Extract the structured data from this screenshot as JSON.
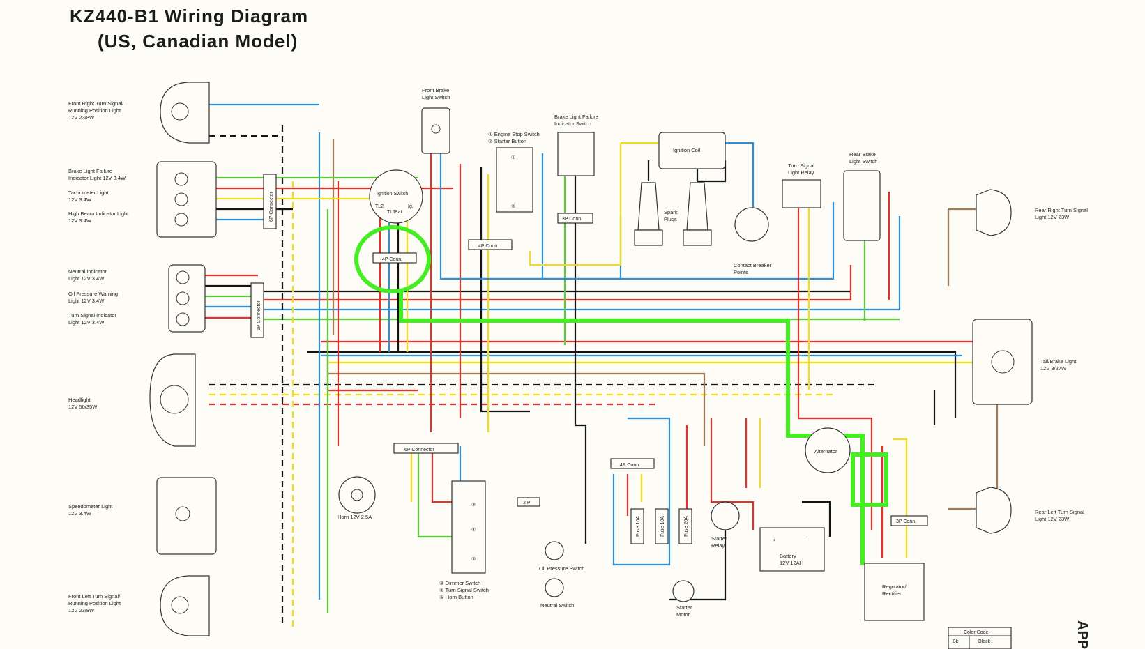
{
  "title": {
    "line1": "KZ440-B1  Wiring  Diagram",
    "line2": "(US,  Canadian  Model)"
  },
  "left_labels": {
    "front_right_turn": [
      "Front Right Turn Signal/",
      "Running Position Light",
      "12V 23/8W"
    ],
    "brake_failure_ind": [
      "Brake Light Failure",
      "Indicator Light 12V 3.4W"
    ],
    "tacho_light": [
      "Tachometer Light",
      "12V 3.4W"
    ],
    "high_beam_ind": [
      "High Beam Indicator Light",
      "12V 3.4W"
    ],
    "neutral_ind": [
      "Neutral Indicator",
      "Light 12V 3.4W"
    ],
    "oil_warn": [
      "Oil Pressure Warning",
      "Light 12V 3.4W"
    ],
    "turn_ind": [
      "Turn Signal Indicator",
      "Light 12V 3.4W"
    ],
    "headlight": [
      "Headlight",
      "12V 50/35W"
    ],
    "speedo_light": [
      "Speedometer Light",
      "12V 3.4W"
    ],
    "front_left_turn": [
      "Front Left Turn Signal/",
      "Running Position Light",
      "12V 23/8W"
    ]
  },
  "components": {
    "front_brake_switch": [
      "Front Brake",
      "Light Switch"
    ],
    "engine_stop": [
      "① Engine Stop Switch",
      "② Starter Button"
    ],
    "brake_failure_switch": [
      "Brake Light Failure",
      "Indicator Switch"
    ],
    "ignition_coil": "Ignition Coil",
    "spark_plugs": [
      "Spark",
      "Plugs"
    ],
    "contact_breaker": [
      "Contact Breaker",
      "Points"
    ],
    "turn_relay": [
      "Turn Signal",
      "Light Relay"
    ],
    "rear_brake_switch": [
      "Rear Brake",
      "Light Switch"
    ],
    "ignition_switch": "Ignition Switch",
    "ign_terminals": [
      "TL2",
      "TL1",
      "Bat.",
      "Ig."
    ],
    "conn_4p_a": "4P Conn.",
    "conn_4p_b": "4P Conn.",
    "conn_4p_c": "4P Conn.",
    "conn_3p_a": "3P Conn.",
    "conn_3p_b": "3P Conn.",
    "conn_6p_a": "6P Connector",
    "conn_6p_b": "6P Connector",
    "conn_6p_c": "6P Connector",
    "horn": "Horn 12V 2.5A",
    "conn_2p": "2 P",
    "switch_legend": [
      "③ Dimmer Switch",
      "④ Turn Signal Switch",
      "⑤ Horn Button"
    ],
    "oil_switch": "Oil Pressure Switch",
    "neutral_switch": "Neutral Switch",
    "fuse10a_1": "Fuse 10A",
    "fuse10a_2": "Fuse 10A",
    "fuse20a": "Fuse 20A",
    "starter_relay": [
      "Starter",
      "Relay"
    ],
    "battery": [
      "Battery",
      "12V 12AH"
    ],
    "starter_motor": [
      "Starter",
      "Motor"
    ],
    "alternator": "Alternator",
    "regulator": [
      "Regulator/",
      "Rectifier"
    ],
    "rear_right_turn": [
      "Rear Right Turn Signal",
      "Light 12V 23W"
    ],
    "tail_light": [
      "Tail/Brake Light",
      "12V 8/27W"
    ],
    "rear_left_turn": [
      "Rear Left Turn Signal",
      "Light 12V 23W"
    ],
    "color_code": "Color Code",
    "color_code_row": [
      "Bk",
      "Black"
    ],
    "page_edge": "APPE"
  },
  "wire_colors": {
    "red": "#e0322c",
    "yellow": "#f2dc1a",
    "blue": "#2d8fd8",
    "green": "#5dc93c",
    "black": "#141414",
    "brown": "#a07a55",
    "highlight": "#44ee22"
  }
}
